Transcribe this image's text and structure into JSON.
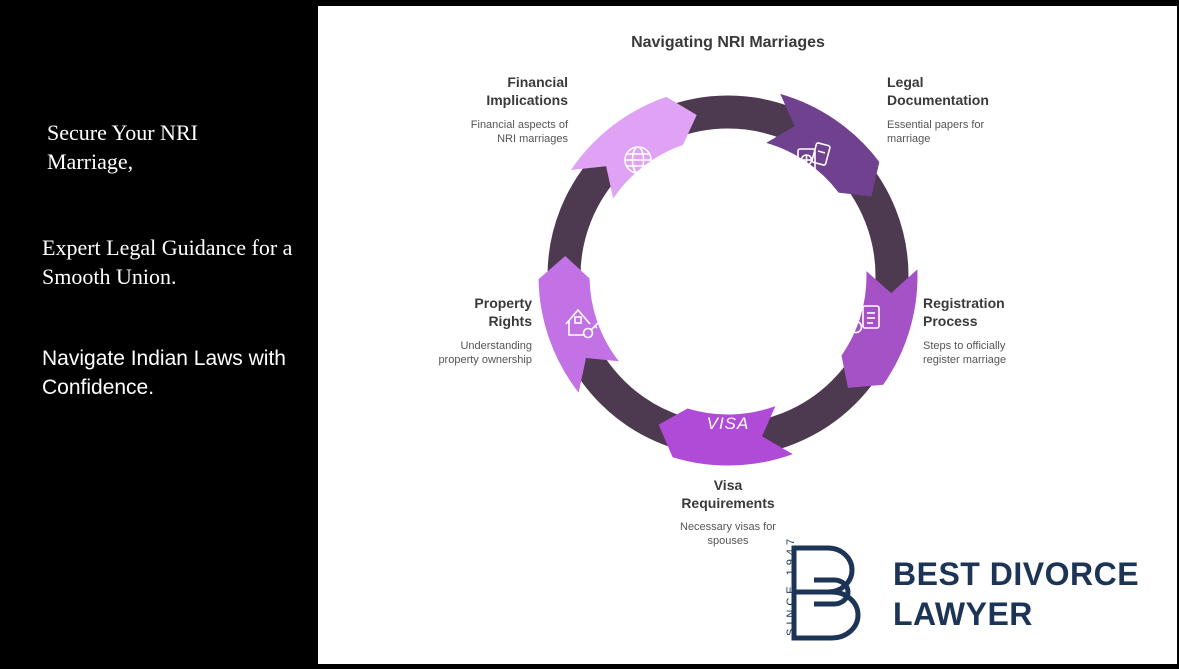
{
  "sidebar": {
    "line1": "Secure Your NRI Marriage,",
    "line2": "Expert Legal Guidance for a Smooth Union.",
    "line3": "Navigate Indian Laws with Confidence."
  },
  "diagram": {
    "title": "Navigating NRI Marriages",
    "steps": [
      {
        "title": "Legal Documentation",
        "desc": "Essential papers for marriage",
        "icon": "passport-icon",
        "color": "#70418F"
      },
      {
        "title": "Registration Process",
        "desc": "Steps to officially register marriage",
        "icon": "ring-document-icon",
        "color": "#A552C7"
      },
      {
        "title": "Visa Requirements",
        "desc": "Necessary visas for spouses",
        "icon": "visa-icon",
        "icon_text": "VISA",
        "color": "#B04BD8"
      },
      {
        "title": "Property Rights",
        "desc": "Understanding property ownership",
        "icon": "house-key-icon",
        "color": "#C372E6"
      },
      {
        "title": "Financial Implications",
        "desc": "Financial aspects of NRI marriages",
        "icon": "globe-currency-icon",
        "color": "#DFA2F4"
      }
    ],
    "ring_color": "#4D3A51"
  },
  "logo": {
    "line1": "BEST DIVORCE",
    "line2": "LAWYER",
    "since": "SINCE 1947",
    "color": "#1C3556"
  }
}
